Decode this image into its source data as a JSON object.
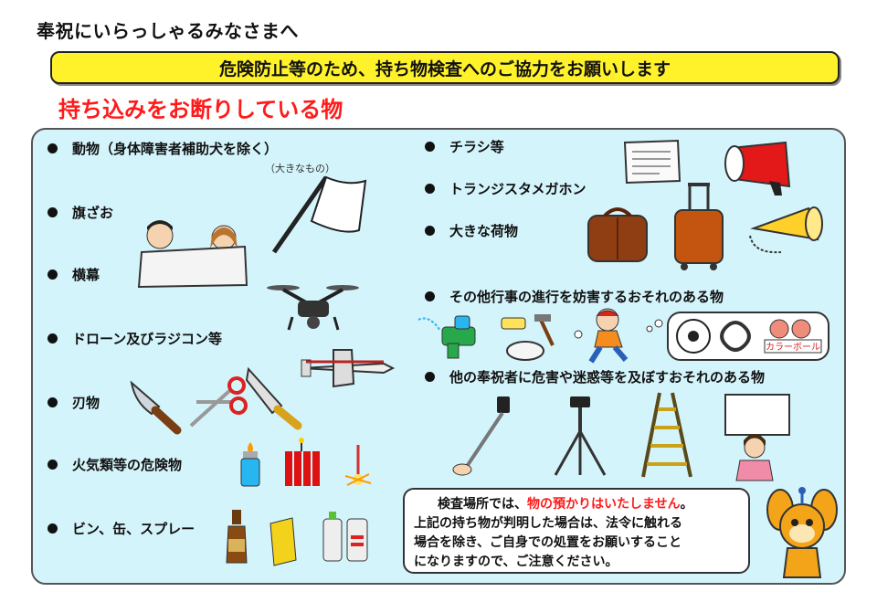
{
  "header": {
    "greeting": "奉祝にいらっしゃるみなさまへ",
    "banner": "危険防止等のため、持ち物検査へのご協力をお願いします",
    "heading": "持ち込みをお断りしている物"
  },
  "left_items": [
    "動物（身体障害者補助犬を除く）",
    "旗ざお",
    "横幕",
    "ドローン及びラジコン等",
    "刃物",
    "火気類等の危険物",
    "ビン、缶、スプレー"
  ],
  "flag_note": "（大きなもの）",
  "right_items": [
    "チラシ等",
    "トランジスタメガホン",
    "大きな荷物",
    "その他行事の進行を妨害するおそれのある物",
    "他の奉祝者に危害や迷惑等を及ぼすおそれのある物"
  ],
  "color_ball_label": "カラーボール",
  "notice": {
    "prefix": "検査場所では、",
    "highlight": "物の預かりはいたしません",
    "suffix": "。",
    "line2": "上記の持ち物が判明した場合は、法令に触れる",
    "line3": "場合を除き、ご自身での処置をお願いすること",
    "line4": "になりますので、ご注意ください。"
  },
  "colors": {
    "banner_bg": "#fff22b",
    "panel_bg": "#d4f4fb",
    "heading": "#ff1a1a",
    "highlight": "#ff1a1a"
  }
}
